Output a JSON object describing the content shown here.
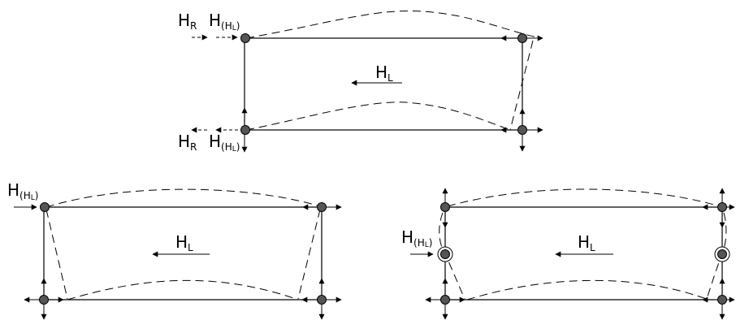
{
  "diagrams": [
    {
      "id": "top",
      "labels": {
        "inner_force": {
          "main": "H",
          "sub": "L"
        },
        "top_left_1": {
          "main": "H",
          "sub": "R"
        },
        "top_left_2": {
          "main": "H",
          "sub": "(H",
          "subsub": "L",
          "tail": ")"
        },
        "bottom_left_1": {
          "main": "H",
          "sub": "R"
        },
        "bottom_left_2": {
          "main": "H",
          "sub": "(H",
          "subsub": "L",
          "tail": ")"
        }
      }
    },
    {
      "id": "bottom-left",
      "labels": {
        "inner_force": {
          "main": "H",
          "sub": "L"
        },
        "left_force": {
          "main": "H",
          "sub": "(H",
          "subsub": "L",
          "tail": ")"
        }
      }
    },
    {
      "id": "bottom-right",
      "labels": {
        "inner_force": {
          "main": "H",
          "sub": "L"
        },
        "left_force": {
          "main": "H",
          "sub": "(H",
          "subsub": "L",
          "tail": ")"
        }
      }
    }
  ],
  "colors": {
    "line": "#000000",
    "node": "#555555"
  }
}
